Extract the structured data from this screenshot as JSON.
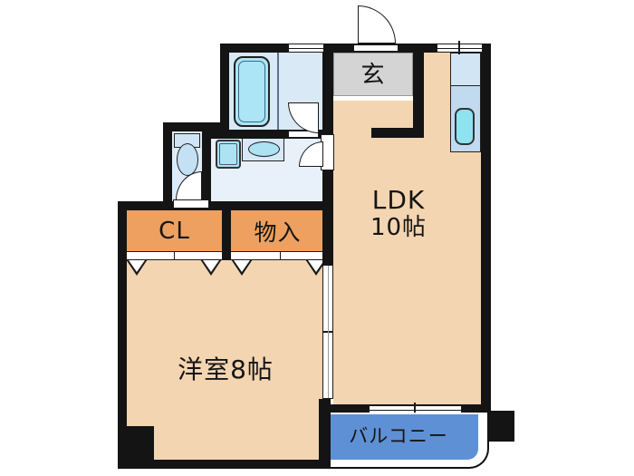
{
  "plan": {
    "title": "1LDK apartment floor plan",
    "rooms": {
      "genkan": {
        "label": "玄"
      },
      "ldk": {
        "label_line1": "LDK",
        "label_line2": "10帖"
      },
      "closet": {
        "label": "CL"
      },
      "storage": {
        "label": "物入"
      },
      "western_room": {
        "label": "洋室8帖"
      },
      "balcony": {
        "label": "バルコニー"
      }
    },
    "fixtures": [
      "bathtub",
      "toilet",
      "washing-machine-pan",
      "vanity-basin",
      "kitchen-sink"
    ],
    "colors": {
      "wall": "#141414",
      "floor_main": "#f4d5b1",
      "closet_fill": "#eda05f",
      "genkan_fill": "#d4d4d4",
      "balcony_fill": "#5e90d5",
      "bath_floor": "#d9e9f6",
      "washroom_floor": "#e8f1fa",
      "toilet_floor": "#ddecf8",
      "fixture_cyan": "#ace5f5",
      "counter_fill": "#c2daf0"
    }
  }
}
